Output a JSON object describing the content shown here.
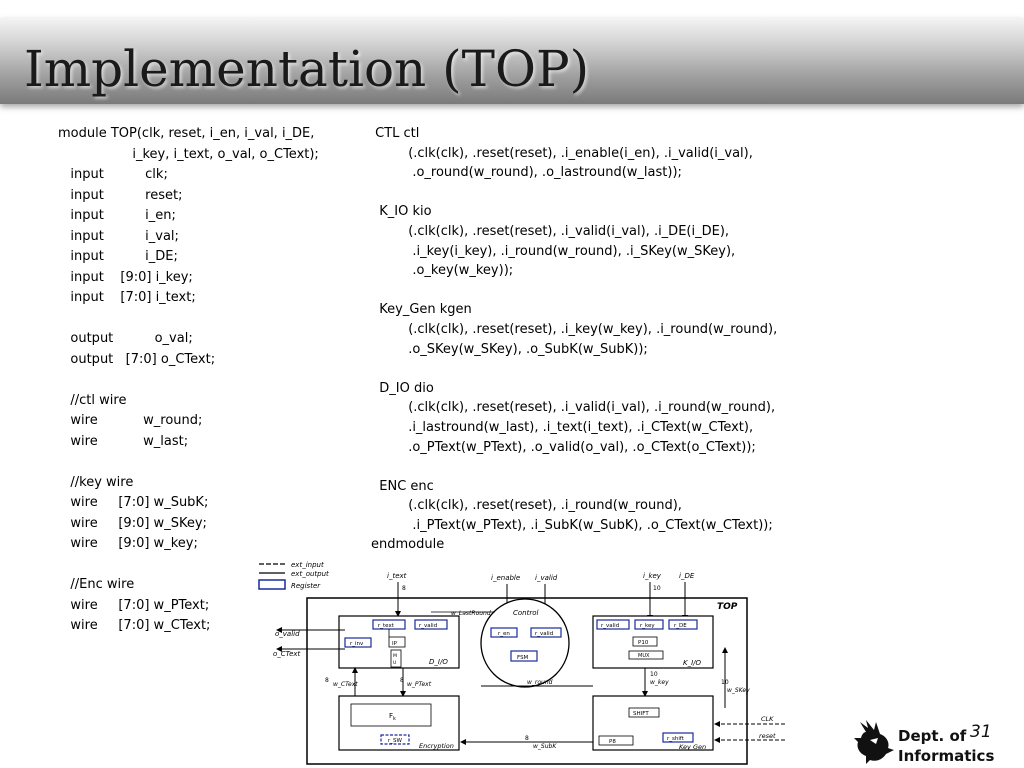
{
  "title": "Implementation (TOP)",
  "code_left": [
    "module TOP(clk, reset, i_en, i_val, i_DE,",
    "                  i_key, i_text, o_val, o_CText);",
    "   input          clk;",
    "   input          reset;",
    "   input          i_en;",
    "   input          i_val;",
    "   input          i_DE;",
    "   input    [9:0] i_key;",
    "   input    [7:0] i_text;",
    "",
    "   output          o_val;",
    "   output   [7:0] o_CText;",
    "",
    "   //ctl wire",
    "   wire           w_round;",
    "   wire           w_last;",
    "",
    "   //key wire",
    "   wire     [7:0] w_SubK;",
    "   wire     [9:0] w_SKey;",
    "   wire     [9:0] w_key;",
    "",
    "   //Enc wire",
    "   wire     [7:0] w_PText;",
    "   wire     [7:0] w_CText;"
  ],
  "code_right": [
    " CTL ctl",
    "         (.clk(clk), .reset(reset), .i_enable(i_en), .i_valid(i_val),",
    "          .o_round(w_round), .o_lastround(w_last));",
    "",
    "  K_IO kio",
    "         (.clk(clk), .reset(reset), .i_valid(i_val), .i_DE(i_DE),",
    "          .i_key(i_key), .i_round(w_round), .i_SKey(w_SKey),",
    "          .o_key(w_key));",
    "",
    "  Key_Gen kgen",
    "         (.clk(clk), .reset(reset), .i_key(w_key), .i_round(w_round),",
    "         .o_SKey(w_SKey), .o_SubK(w_SubK));",
    "",
    "  D_IO dio",
    "         (.clk(clk), .reset(reset), .i_valid(i_val), .i_round(w_round),",
    "         .i_lastround(w_last), .i_text(i_text), .i_CText(w_CText),",
    "         .o_PText(w_PText), .o_valid(o_val), .o_CText(o_CText));",
    "",
    "  ENC enc",
    "         (.clk(clk), .reset(reset), .i_round(w_round),",
    "          .i_PText(w_PText), .i_SubK(w_SubK), .o_CText(w_CText));",
    "endmodule"
  ],
  "diagram": {
    "legend": {
      "ext_input": "ext_input",
      "ext_output": "ext_output",
      "register": "Register"
    },
    "top_label": "TOP",
    "signals": {
      "i_text": "i_text",
      "i_text_width": "8",
      "i_enable": "i_enable",
      "i_valid": "i_valid",
      "i_key": "i_key",
      "i_key_width": "10",
      "i_DE": "i_DE",
      "o_valid": "o_valid",
      "o_CText": "o_CText",
      "w_lastround": "w_LastRound",
      "control": "Control",
      "w_round": "w_round",
      "w_key": "w_key",
      "w_key_width": "10",
      "w_CText": "w_CText",
      "w_CText_width": "8",
      "w_PText": "w_PText",
      "w_PText_width": "8",
      "w_SKey": "w_SKey",
      "w_SKey_width": "10",
      "w_SubK": "w_SubK",
      "w_SubK_width": "8",
      "clk": "CLK",
      "reset": "reset"
    },
    "dio": {
      "r_text": "r_text",
      "r_valid": "r_valid",
      "r_inv": "r_inv",
      "ip": "IP",
      "mux": "MUX",
      "label": "D_I/O"
    },
    "ctl": {
      "r_en": "r_en",
      "r_valid": "r_valid",
      "fsm": "FSM"
    },
    "kio": {
      "r_valid": "r_valid",
      "r_key": "r_key",
      "r_de": "r_DE",
      "p10": "P10",
      "mux": "MUX",
      "label": "K_I/O"
    },
    "enc": {
      "fk": "F",
      "fk_sub": "k",
      "sw": "r_SW",
      "label": "Encryption"
    },
    "kgen": {
      "shift": "SHIFT",
      "p8": "P8",
      "r_shift": "r_shift",
      "label": "Key Gen"
    }
  },
  "footer": {
    "dept_line1": "Dept. of",
    "dept_line2": "Informatics",
    "page": "31"
  }
}
